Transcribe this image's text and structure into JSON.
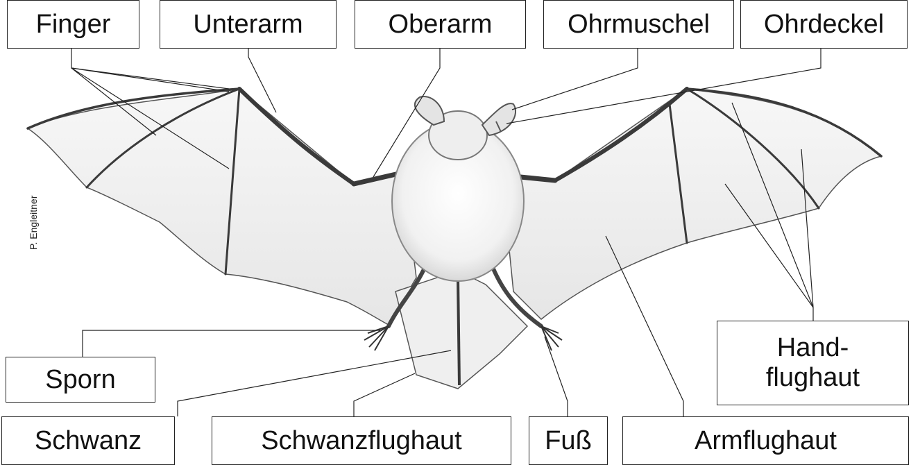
{
  "labels": {
    "finger": "Finger",
    "unterarm": "Unterarm",
    "oberarm": "Oberarm",
    "ohrmuschel": "Ohrmuschel",
    "ohrdeckel": "Ohrdeckel",
    "sporn": "Sporn",
    "handflughaut_line1": "Hand-",
    "handflughaut_line2": "flughaut",
    "schwanz": "Schwanz",
    "schwanzflughaut": "Schwanzflughaut",
    "fuss": "Fuß",
    "armflughaut": "Armflughaut"
  },
  "credit": "P. Engleitner",
  "colors": {
    "line": "#222222",
    "membrane": "#f4f4f4",
    "bone": "#3a3a3a",
    "fur": "#e9e9e9"
  }
}
